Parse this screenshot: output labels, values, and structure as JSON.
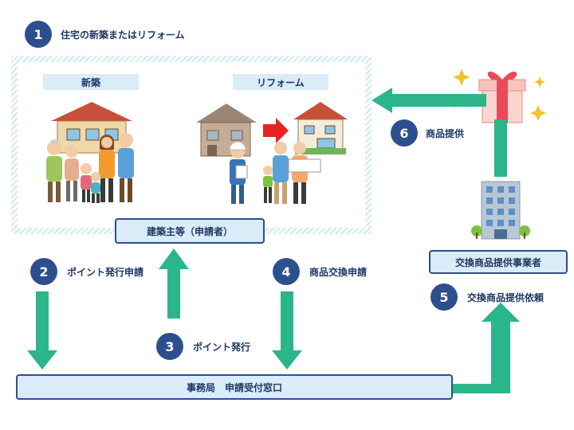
{
  "step1": {
    "num": "1",
    "label": "住宅の新築またはリフォーム"
  },
  "new_build_tag": "新築",
  "reform_tag": "リフォーム",
  "applicant_box": "建築主等（申請者）",
  "step2": {
    "num": "2",
    "label": "ポイント発行申請"
  },
  "step3": {
    "num": "3",
    "label": "ポイント発行"
  },
  "step4": {
    "num": "4",
    "label": "商品交換申請"
  },
  "step5": {
    "num": "5",
    "label": "交換商品提供依頼"
  },
  "step6": {
    "num": "6",
    "label": "商品提供"
  },
  "office_box": "事務局　申請受付窓口",
  "provider_box": "交換商品提供事業者",
  "colors": {
    "arrow": "#2bb58a",
    "step_circle": "#2e4f8e",
    "box_fill": "#d9ecf7",
    "box_border": "#2e4f8e",
    "red_arrow": "#e52421"
  }
}
